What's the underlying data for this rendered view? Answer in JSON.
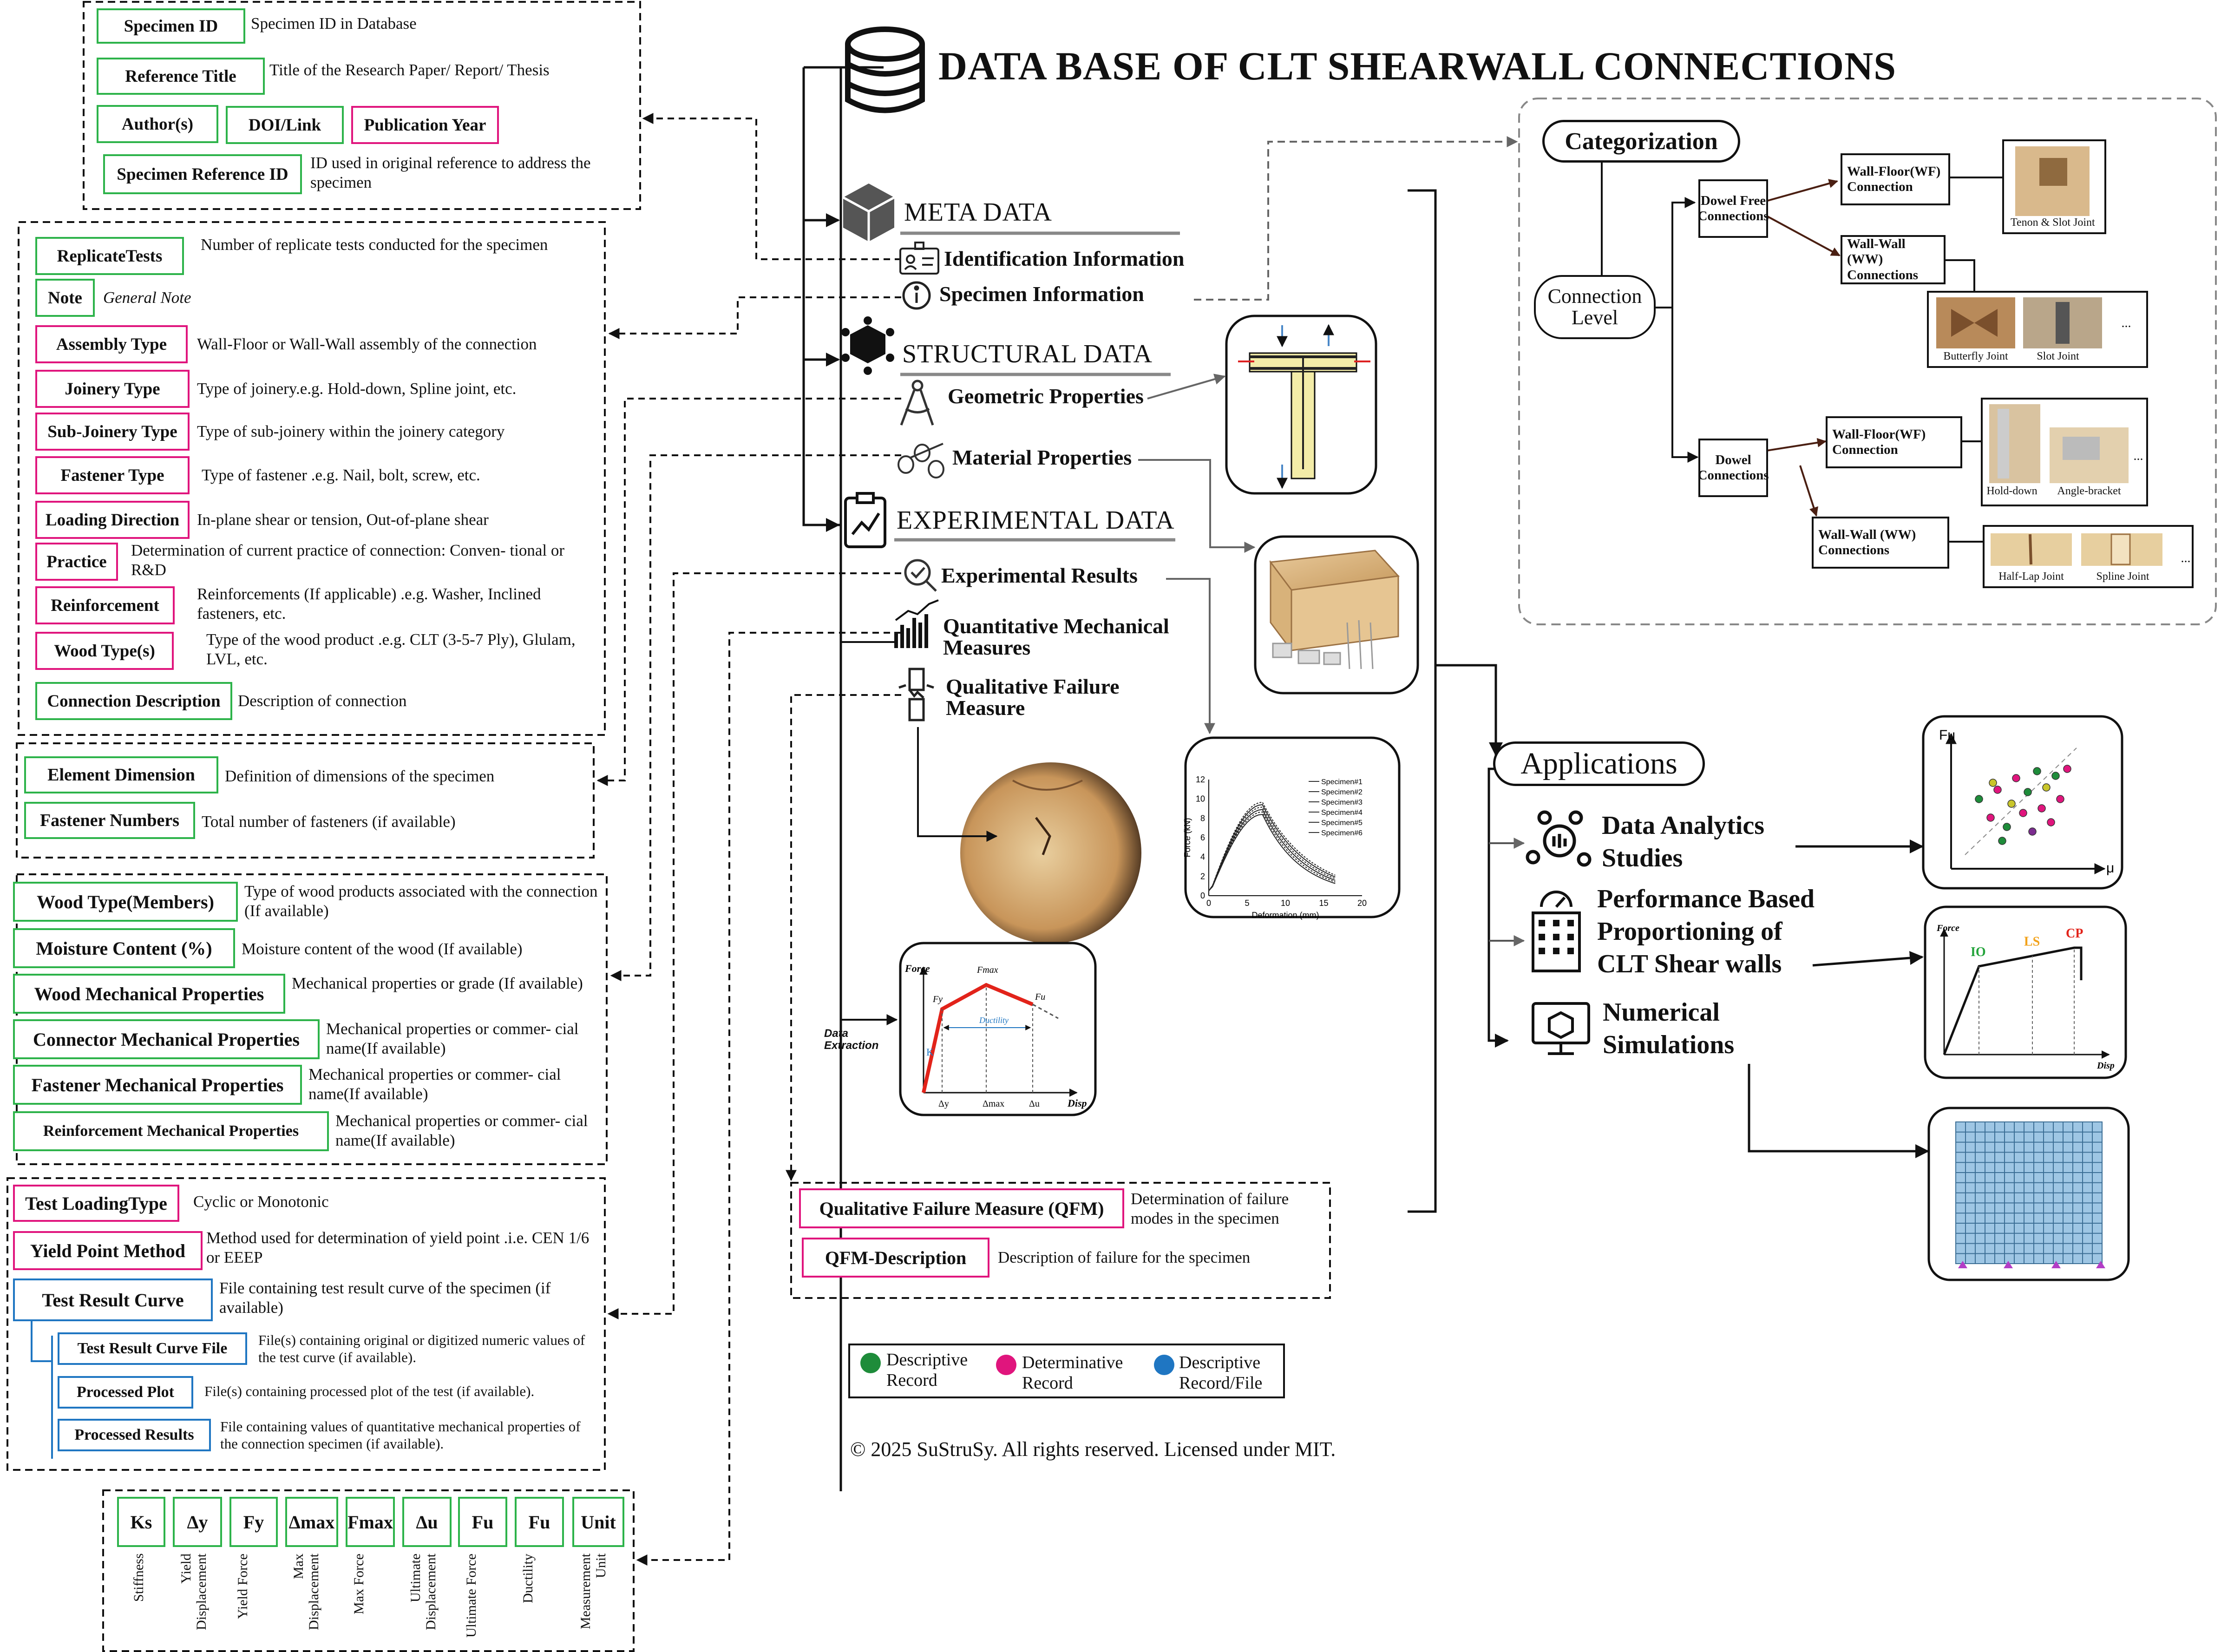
{
  "title": "DATA BASE OF CLT SHEARWALL CONNECTIONS",
  "left": {
    "box1": [
      {
        "tag": "Specimen ID",
        "color": "green",
        "desc": "Specimen ID in Database"
      },
      {
        "tag": "Reference Title",
        "color": "green",
        "desc": "Title of the Research Paper/ Report/ Thesis"
      },
      {
        "tag": "Author(s)",
        "color": "green"
      },
      {
        "tag": "DOI/Link",
        "color": "green"
      },
      {
        "tag": "Publication Year",
        "color": "pink"
      },
      {
        "tag": "Specimen Reference ID",
        "color": "green",
        "desc": "ID used in original reference to address the specimen"
      }
    ],
    "box2": [
      {
        "tag": "ReplicateTests",
        "color": "green",
        "desc": "Number of replicate tests conducted for the specimen"
      },
      {
        "tag": "Note",
        "color": "green",
        "desc": "General Note"
      },
      {
        "tag": "Assembly Type",
        "color": "pink",
        "desc": "Wall-Floor or Wall-Wall assembly of the connection"
      },
      {
        "tag": "Joinery Type",
        "color": "pink",
        "desc": "Type of joinery.e.g. Hold-down, Spline joint, etc."
      },
      {
        "tag": "Sub-Joinery Type",
        "color": "pink",
        "desc": "Type of sub-joinery within the joinery category"
      },
      {
        "tag": "Fastener Type",
        "color": "pink",
        "desc": "Type of fastener .e.g. Nail, bolt, screw, etc."
      },
      {
        "tag": "Loading Direction",
        "color": "pink",
        "desc": "In-plane shear or tension, Out-of-plane shear"
      },
      {
        "tag": "Practice",
        "color": "pink",
        "desc": "Determination of current practice of connection: Conven- tional or R&D"
      },
      {
        "tag": "Reinforcement",
        "color": "pink",
        "desc": "Reinforcements (If applicable) .e.g. Washer, Inclined fasteners, etc."
      },
      {
        "tag": "Wood Type(s)",
        "color": "pink",
        "desc": "Type of the wood product .e.g. CLT (3-5-7 Ply), Glulam, LVL, etc."
      },
      {
        "tag": "Connection Description",
        "color": "green",
        "desc": "Description of connection"
      }
    ],
    "box3": [
      {
        "tag": "Element Dimension",
        "color": "green",
        "desc": "Definition of dimensions of the specimen"
      },
      {
        "tag": "Fastener Numbers",
        "color": "green",
        "desc": "Total number of fasteners (if available)"
      }
    ],
    "box4": [
      {
        "tag": "Wood Type(Members)",
        "color": "green",
        "desc": "Type of wood products associated with the connection  (If available)"
      },
      {
        "tag": "Moisture Content (%)",
        "color": "green",
        "desc": "Moisture content of the wood (If available)"
      },
      {
        "tag": "Wood Mechanical Properties",
        "color": "green",
        "desc": "Mechanical properties or grade (If available)"
      },
      {
        "tag": "Connector Mechanical Properties",
        "color": "green",
        "desc": "Mechanical properties or commer- cial name(If available)"
      },
      {
        "tag": "Fastener Mechanical Properties",
        "color": "green",
        "desc": "Mechanical properties or commer- cial name(If available)"
      },
      {
        "tag": "Reinforcement Mechanical Properties",
        "color": "green",
        "desc": "Mechanical properties or commer- cial name(If available)"
      }
    ],
    "box5": [
      {
        "tag": "Test LoadingType",
        "color": "pink",
        "desc": "Cyclic or Monotonic"
      },
      {
        "tag": "Yield Point Method",
        "color": "pink",
        "desc": "Method used for determination of yield point .i.e. CEN 1/6 or EEEP"
      },
      {
        "tag": "Test Result Curve",
        "color": "blue",
        "desc": "File containing test result curve of the specimen (if available)"
      },
      {
        "tag": "Test Result Curve File",
        "color": "blue",
        "desc": "File(s) containing original or digitized numeric values of the test curve (if available)."
      },
      {
        "tag": "Processed Plot",
        "color": "blue",
        "desc": "File(s) containing processed plot of the test (if available)."
      },
      {
        "tag": "Processed Results",
        "color": "blue",
        "desc": "File containing values of quantitative mechanical properties of the connection specimen (if available)."
      }
    ],
    "box6": [
      {
        "tag": "Ks",
        "label": "Stiffness"
      },
      {
        "tag": "Δy",
        "label": "Yield Displacement"
      },
      {
        "tag": "Fy",
        "label": "Yield Force"
      },
      {
        "tag": "Δmax",
        "label": "Max Displacement"
      },
      {
        "tag": "Fmax",
        "label": "Max Force"
      },
      {
        "tag": "Δu",
        "label": "Ultimate Displacement"
      },
      {
        "tag": "Fu",
        "label": "Ultimate Force"
      },
      {
        "tag": "Fu",
        "label": "Ductility"
      },
      {
        "tag": "Unit",
        "label": "Measurement Unit"
      }
    ]
  },
  "center": {
    "meta_title": "META DATA",
    "meta_items": [
      "Identification Information",
      "Specimen Information"
    ],
    "structural_title": "STRUCTURAL DATA",
    "structural_items": [
      "Geometric Properties",
      "Material Properties"
    ],
    "experimental_title": "EXPERIMENTAL DATA",
    "experimental_items": [
      "Experimental Results",
      "Quantitative Mechanical Measures",
      "Qualitative Failure Measure"
    ],
    "data_extraction": "Data Extraction",
    "qfm": [
      {
        "tag": "Qualitative Failure Measure (QFM)",
        "desc": "Determination of failure modes in the specimen"
      },
      {
        "tag": "QFM-Description",
        "desc": "Description of failure for the specimen"
      }
    ],
    "legend": [
      {
        "label": "Descriptive Record",
        "color": "#1e8c3a"
      },
      {
        "label": "Determinative Record",
        "color": "#e0157d"
      },
      {
        "label": "Descriptive Record/File",
        "color": "#1f76c2"
      }
    ],
    "copyright": "© 2025 SuStruSy. All rights reserved. Licensed under MIT."
  },
  "force_disp_chart": {
    "xlabel": "Deformation (mm)",
    "ylabel": "Force (kN)",
    "xticks": [
      "0",
      "5",
      "10",
      "15",
      "20"
    ],
    "yticks": [
      "0",
      "2",
      "4",
      "6",
      "8",
      "10",
      "12"
    ],
    "legend": [
      "Specimen#1",
      "Specimen#2",
      "Specimen#3",
      "Specimen#4",
      "Specimen#5",
      "Specimen#6"
    ]
  },
  "backbone_chart": {
    "ylabel": "Force",
    "xlabel": "Disp",
    "points": [
      "Fy",
      "Fmax",
      "Fu"
    ],
    "xpoints": [
      "Δy",
      "Δmax",
      "Δu"
    ],
    "stiffness": "K",
    "ductility": "Ductility"
  },
  "categorization": {
    "title": "Categorization",
    "level": "Connection Level",
    "dowel_free": "Dowel Free Connections",
    "dowel": "Dowel Connections",
    "wf1": "Wall-Floor(WF) Connection",
    "ww1": "Wall-Wall (WW) Connections",
    "wf2": "Wall-Floor(WF) Connection",
    "ww2": "Wall-Wall (WW) Connections",
    "captions": [
      "Tenon & Slot Joint",
      "Butterfly Joint",
      "Slot Joint",
      "Hold-down",
      "Angle-bracket",
      "Half-Lap Joint",
      "Spline Joint"
    ],
    "ellipsis": "..."
  },
  "applications": {
    "title": "Applications",
    "items": [
      "Data Analytics Studies",
      "Performance Based Proportioning of CLT Shear walls",
      "Numerical Simulations"
    ],
    "scatter_y": "Fu",
    "scatter_x": "μ",
    "pbd_y": "Force",
    "pbd_x": "Disp",
    "levels": [
      {
        "label": "IO",
        "color": "#22a33a"
      },
      {
        "label": "LS",
        "color": "#f2a21b"
      },
      {
        "label": "CP",
        "color": "#e2231a"
      }
    ]
  }
}
